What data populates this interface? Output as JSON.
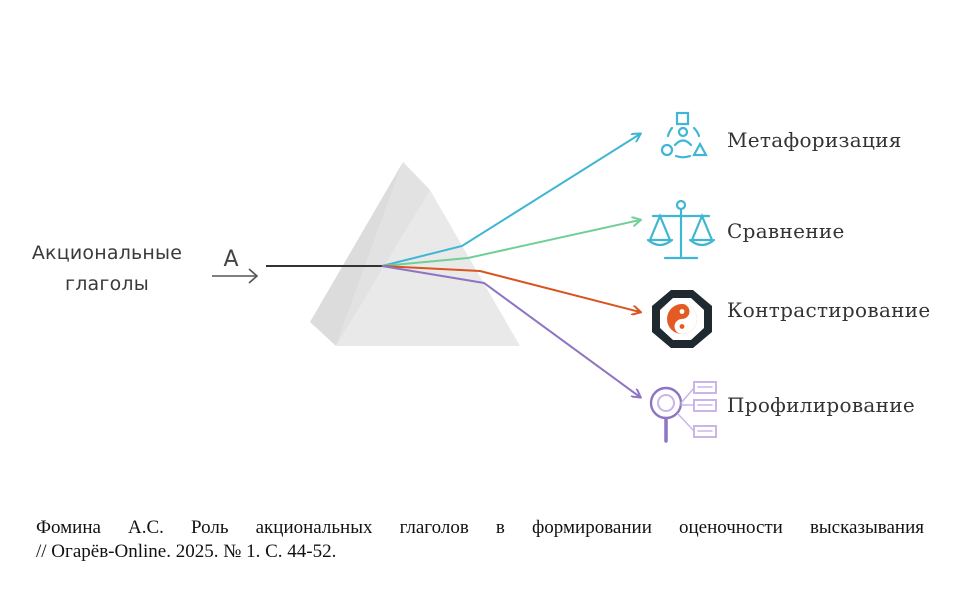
{
  "input": {
    "line1": "Акциональные",
    "line2": "глаголы",
    "arrow_letter": "А"
  },
  "outputs": [
    {
      "label": "Метафоризация",
      "icon": "people-shapes-icon",
      "color": "#3fb6d3"
    },
    {
      "label": "Сравнение",
      "icon": "scales-icon",
      "color": "#6fcf97"
    },
    {
      "label": "Контрастирование",
      "icon": "yin-yang-octagon-icon",
      "color": "#d9541e"
    },
    {
      "label": "Профилирование",
      "icon": "magnifier-profile-icon",
      "color": "#8d74c4"
    }
  ],
  "caption": {
    "line1": "Фомина А.С. Роль акциональных глаголов в формировании оценочности высказывания",
    "line2": "// Огарёв-Online. 2025. № 1. С. 44-52."
  }
}
